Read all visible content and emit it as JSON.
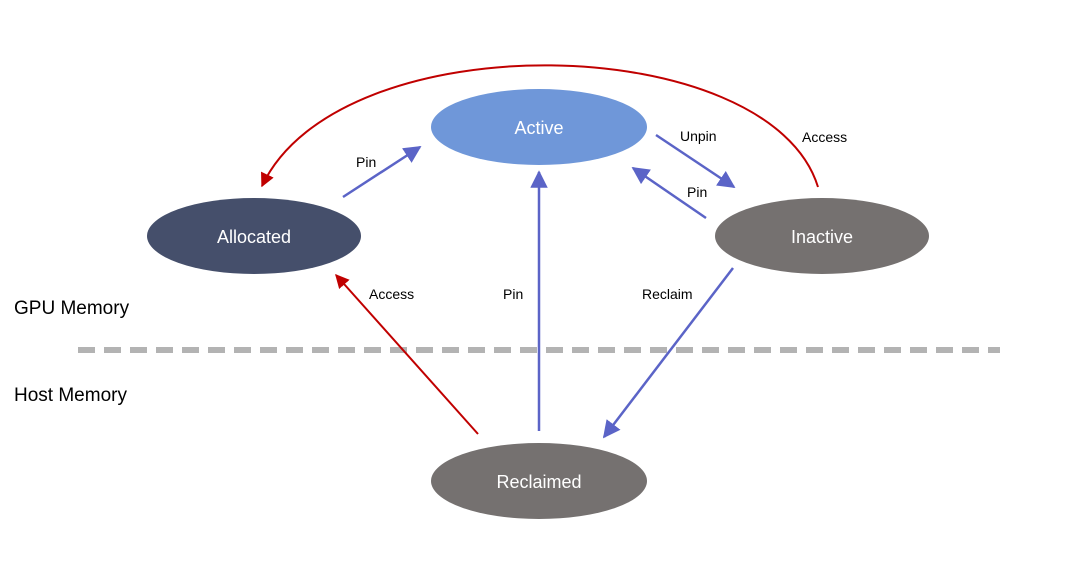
{
  "regions": {
    "gpu": "GPU Memory",
    "host": "Host Memory"
  },
  "states": {
    "active": "Active",
    "allocated": "Allocated",
    "inactive": "Inactive",
    "reclaimed": "Reclaimed"
  },
  "edges": {
    "allocated_to_active": "Pin",
    "active_to_inactive": "Unpin",
    "inactive_to_active": "Pin",
    "inactive_to_allocated": "Access",
    "reclaimed_to_allocated": "Access",
    "reclaimed_to_active": "Pin",
    "inactive_to_reclaimed": "Reclaim"
  },
  "colors": {
    "active_fill": "#6f97d9",
    "allocated_fill": "#454f6b",
    "inactive_fill": "#757170",
    "reclaimed_fill": "#757170",
    "pin_arrow": "#5b64c7",
    "access_arrow": "#c00000",
    "divider": "#b3b3b3"
  }
}
